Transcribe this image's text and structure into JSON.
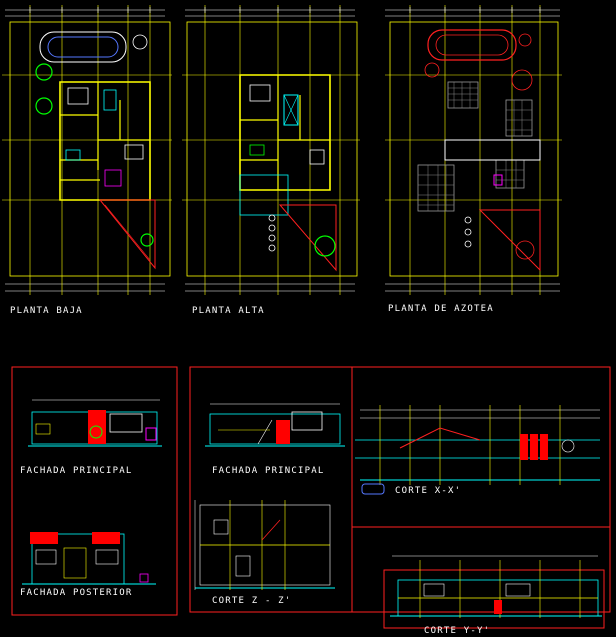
{
  "drawing_titles": {
    "planta_baja": "PLANTA BAJA",
    "planta_alta": "PLANTA ALTA",
    "planta_azotea": "PLANTA DE AZOTEA",
    "fachada_principal_1": "FACHADA PRINCIPAL",
    "fachada_principal_2": "FACHADA PRINCIPAL",
    "fachada_posterior": "FACHADA POSTERIOR",
    "corte_xx": "CORTE X-X'",
    "corte_zz": "CORTE Z - Z'",
    "corte_yy": "CORTE Y-Y'"
  },
  "colors": {
    "background": "#000000",
    "frame": "#ff2020",
    "walls": "#ffff00",
    "dims": "#ffffff",
    "green": "#00ff00",
    "cyan": "#00ffff",
    "magenta": "#ff00ff",
    "red_fill": "#ff0000"
  }
}
